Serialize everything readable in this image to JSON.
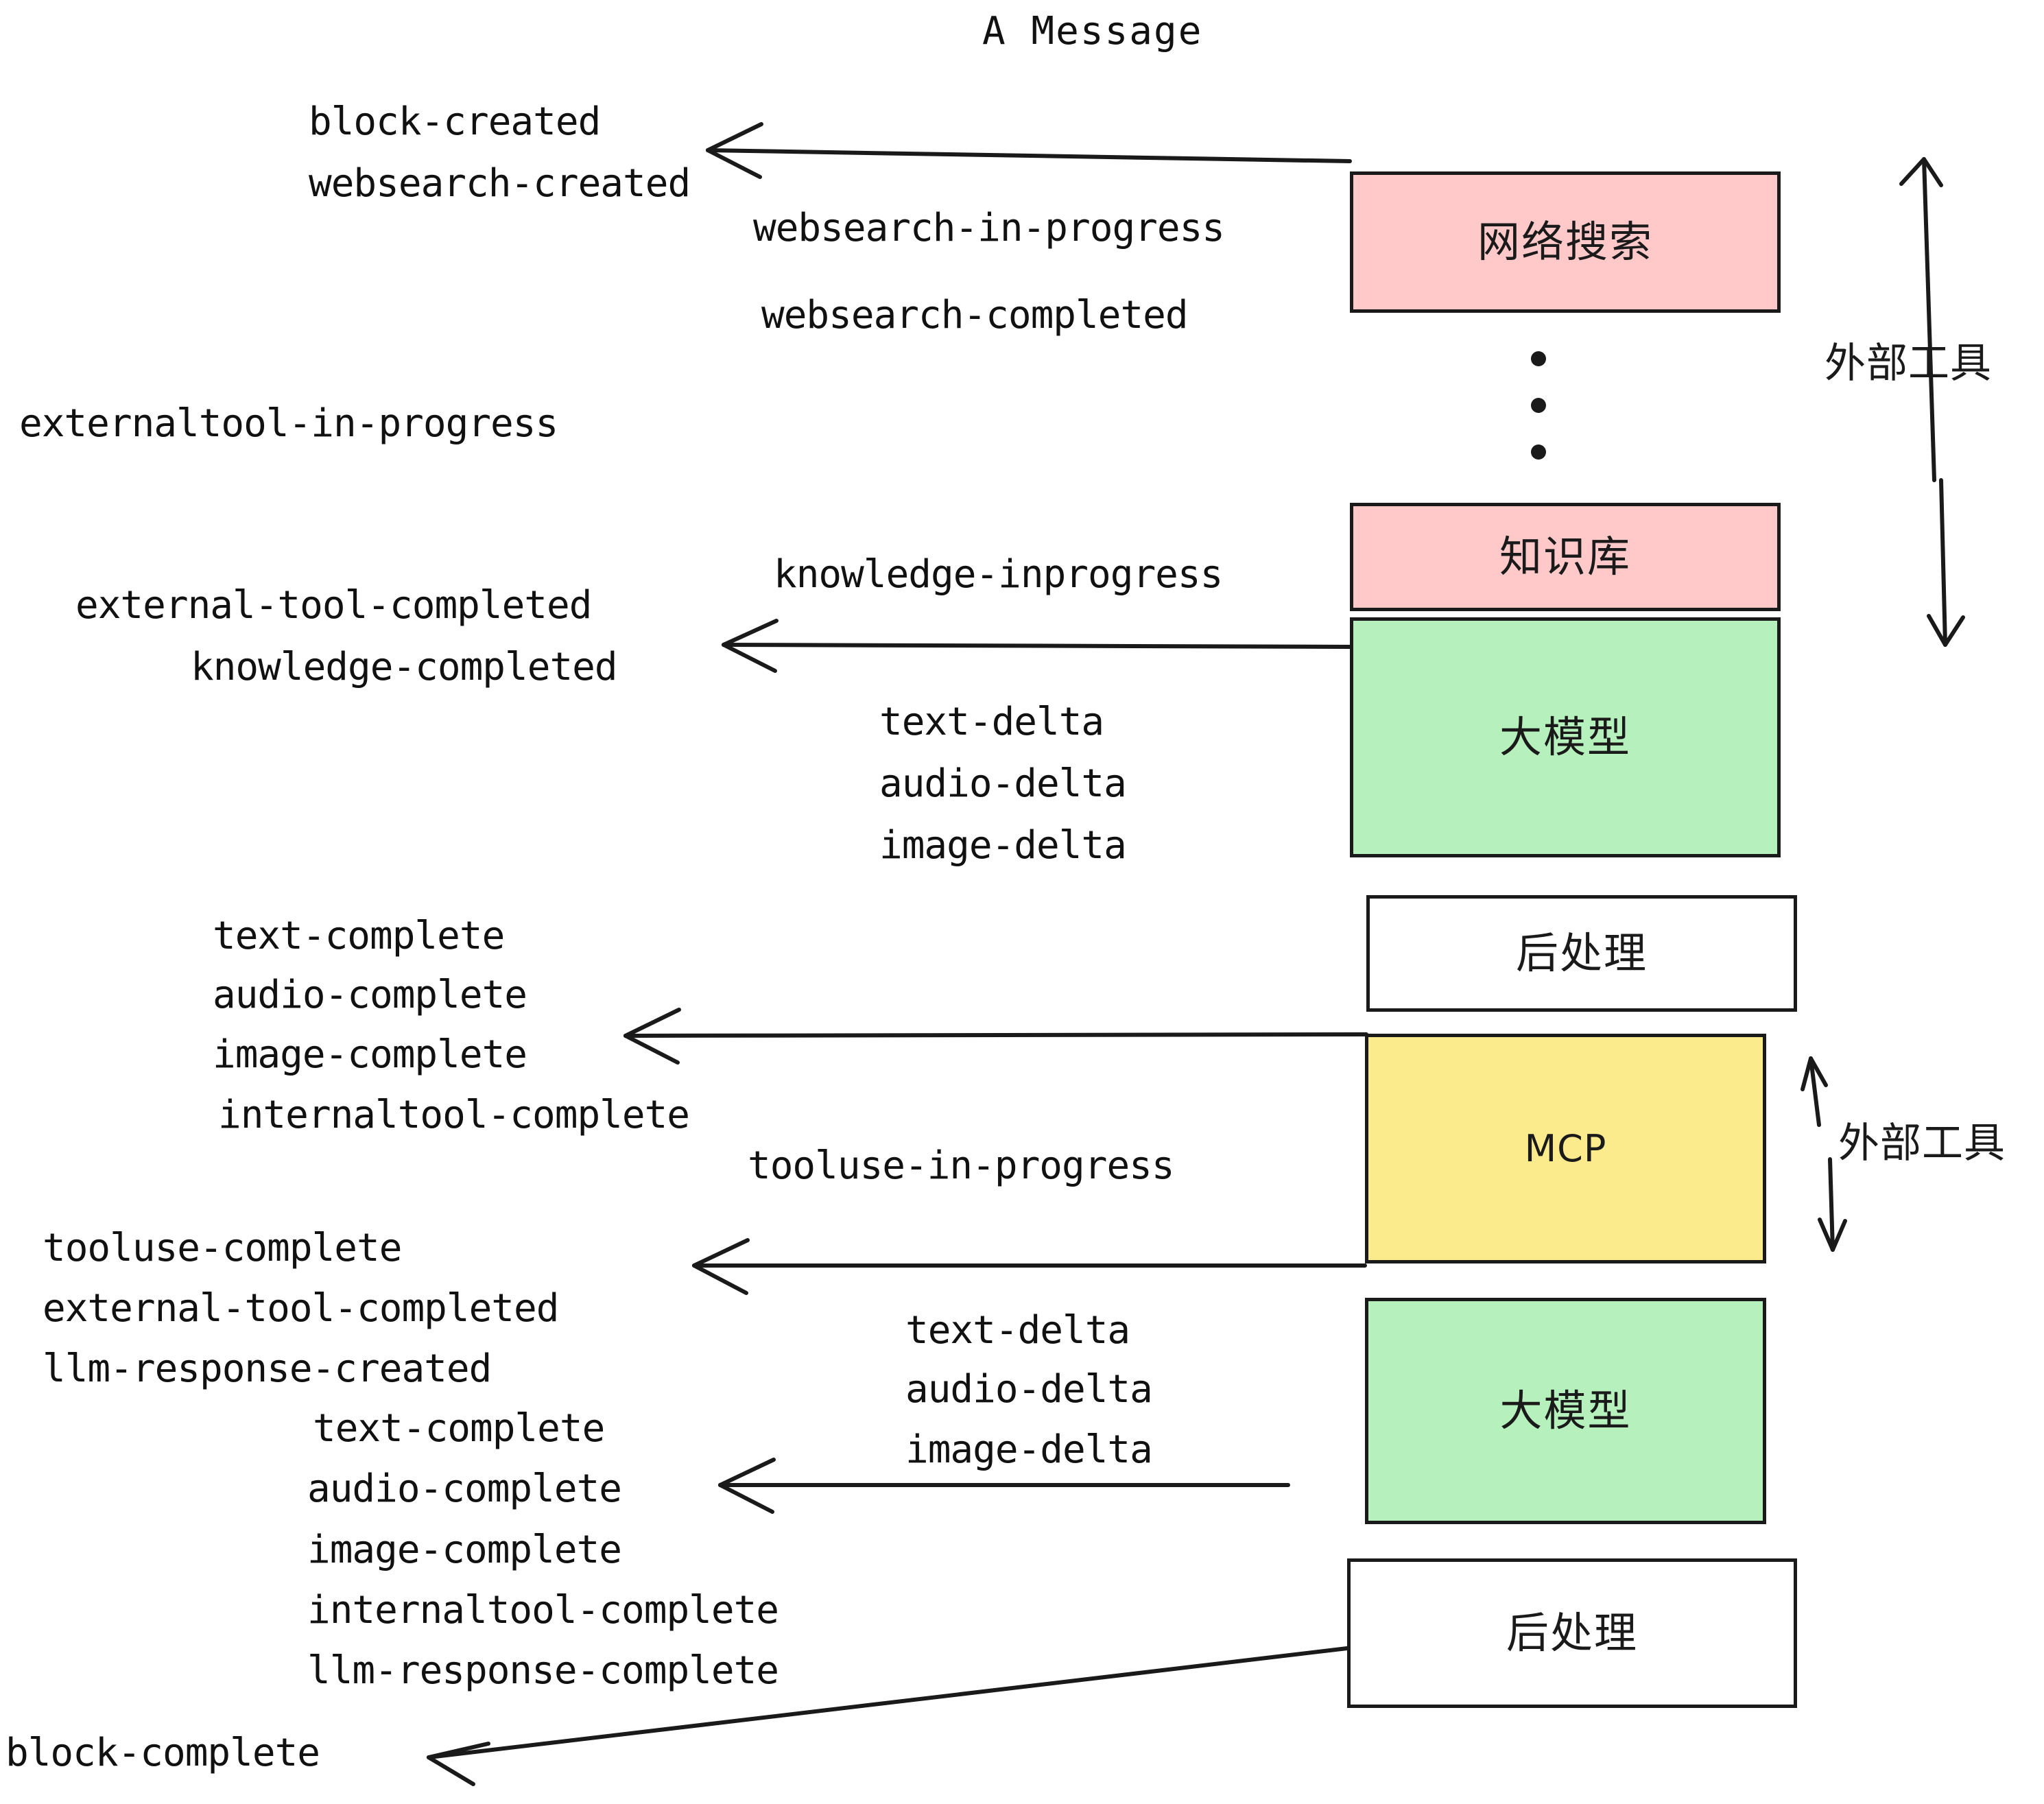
{
  "title": "A Message",
  "nodes": [
    {
      "id": "websearch",
      "label": "网络搜索",
      "color": "#ffc9c9",
      "latin": false
    },
    {
      "id": "knowledge",
      "label": "知识库",
      "color": "#ffc9c9",
      "latin": false
    },
    {
      "id": "llm-top",
      "label": "大模型",
      "color": "#b5f0bd",
      "latin": false
    },
    {
      "id": "postprocess-top",
      "label": "后处理",
      "color": "#ffffff",
      "latin": false
    },
    {
      "id": "mcp",
      "label": "MCP",
      "color": "#fceb8d",
      "latin": true
    },
    {
      "id": "llm-bottom",
      "label": "大模型",
      "color": "#b5f0bd",
      "latin": false
    },
    {
      "id": "postprocess-bottom",
      "label": "后处理",
      "color": "#ffffff",
      "latin": false
    }
  ],
  "side_labels": [
    {
      "id": "external-tools-top",
      "label": "外部工具"
    },
    {
      "id": "external-tools-bottom",
      "label": "外部工具"
    }
  ],
  "events": [
    {
      "id": "block-created",
      "label": "block-created"
    },
    {
      "id": "websearch-created",
      "label": "websearch-created"
    },
    {
      "id": "websearch-in-progress",
      "label": "websearch-in-progress"
    },
    {
      "id": "websearch-completed",
      "label": "websearch-completed"
    },
    {
      "id": "externaltool-in-progress",
      "label": "externaltool-in-progress"
    },
    {
      "id": "knowledge-inprogress",
      "label": "knowledge-inprogress"
    },
    {
      "id": "external-tool-completed-1",
      "label": "external-tool-completed"
    },
    {
      "id": "knowledge-completed",
      "label": "knowledge-completed"
    },
    {
      "id": "text-delta-1",
      "label": "text-delta"
    },
    {
      "id": "audio-delta-1",
      "label": "audio-delta"
    },
    {
      "id": "image-delta-1",
      "label": "image-delta"
    },
    {
      "id": "text-complete-1",
      "label": "text-complete"
    },
    {
      "id": "audio-complete-1",
      "label": "audio-complete"
    },
    {
      "id": "image-complete-1",
      "label": "image-complete"
    },
    {
      "id": "internaltool-complete-1",
      "label": "internaltool-complete"
    },
    {
      "id": "tooluse-in-progress",
      "label": "tooluse-in-progress"
    },
    {
      "id": "tooluse-complete",
      "label": "tooluse-complete"
    },
    {
      "id": "external-tool-completed-2",
      "label": "external-tool-completed"
    },
    {
      "id": "llm-response-created",
      "label": "llm-response-created"
    },
    {
      "id": "text-delta-2",
      "label": "text-delta"
    },
    {
      "id": "audio-delta-2",
      "label": "audio-delta"
    },
    {
      "id": "image-delta-2",
      "label": "image-delta"
    },
    {
      "id": "text-complete-2",
      "label": "text-complete"
    },
    {
      "id": "audio-complete-2",
      "label": "audio-complete"
    },
    {
      "id": "image-complete-2",
      "label": "image-complete"
    },
    {
      "id": "internaltool-complete-2",
      "label": "internaltool-complete"
    },
    {
      "id": "llm-response-complete",
      "label": "llm-response-complete"
    },
    {
      "id": "block-complete",
      "label": "block-complete"
    }
  ],
  "colors": {
    "stroke": "#1a1a1a",
    "pink": "#ffc9c9",
    "green": "#b5f0bd",
    "yellow": "#fceb8d",
    "white": "#ffffff",
    "background": "#ffffff"
  }
}
